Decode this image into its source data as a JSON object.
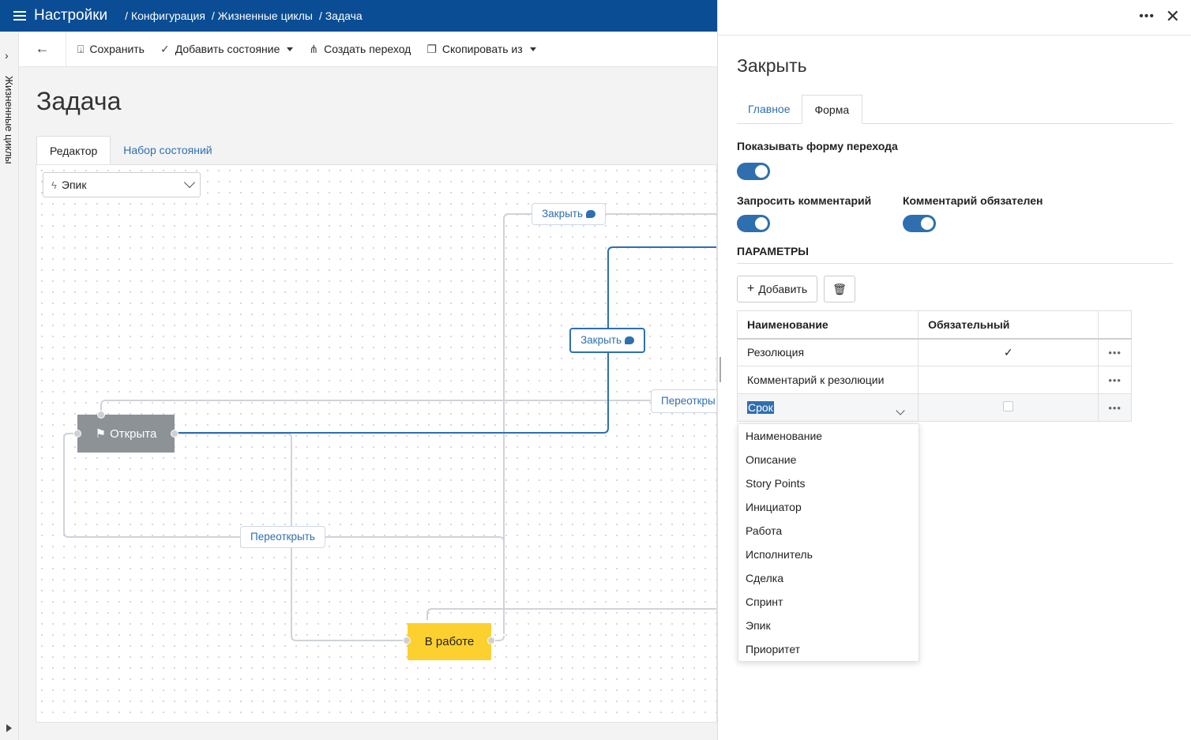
{
  "topbar": {
    "app_title": "Настройки",
    "breadcrumbs": [
      "/ Конфигурация",
      "/ Жизненные циклы",
      "/ Задача"
    ]
  },
  "rail": {
    "label": "Жизненные циклы"
  },
  "toolbar": {
    "save": "Сохранить",
    "add_state": "Добавить состояние",
    "create_transition": "Создать переход",
    "copy_from": "Скопировать из"
  },
  "page": {
    "title": "Задача",
    "tabs": [
      {
        "label": "Редактор",
        "active": true
      },
      {
        "label": "Набор состояний",
        "active": false
      }
    ]
  },
  "editor": {
    "filter_value": "Эпик",
    "states": {
      "open": "Открыта",
      "in_progress": "В работе"
    },
    "transitions": {
      "close_top": "Закрыть",
      "close_selected": "Закрыть",
      "reopen_right": "Переоткры",
      "reopen_bottom": "Переоткрыть"
    },
    "colors": {
      "open_state": "#8d9297",
      "in_progress_state": "#fcd12f",
      "selected_edge": "#2f6fb0"
    }
  },
  "panel": {
    "title": "Закрыть",
    "tabs": [
      {
        "label": "Главное",
        "active": false
      },
      {
        "label": "Форма",
        "active": true
      }
    ],
    "show_form_label": "Показывать форму перехода",
    "request_comment_label": "Запросить комментарий",
    "comment_required_label": "Комментарий обязателен",
    "params_header": "ПАРАМЕТРЫ",
    "add_button": "Добавить",
    "table": {
      "headers": [
        "Наименование",
        "Обязательный"
      ],
      "rows": [
        {
          "name": "Резолюция",
          "required": "✓"
        },
        {
          "name": "Комментарий к резолюции",
          "required": ""
        },
        {
          "name": "Срок",
          "required": ""
        }
      ]
    },
    "dropdown_options": [
      "Наименование",
      "Описание",
      "Story Points",
      "Инициатор",
      "Работа",
      "Исполнитель",
      "Сделка",
      "Спринт",
      "Эпик",
      "Приоритет"
    ],
    "accent_color": "#2f6fb0"
  }
}
